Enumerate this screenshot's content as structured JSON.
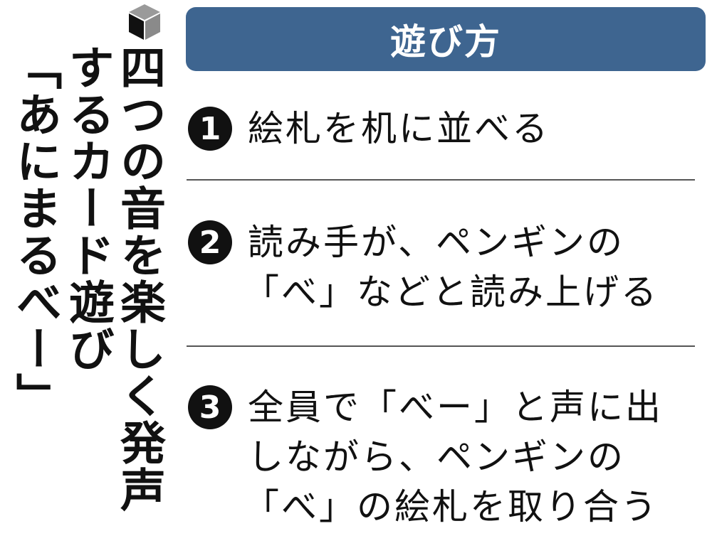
{
  "title_columns": [
    "四つの音を楽しく発声",
    "するカード遊び",
    "「あにまるべー」"
  ],
  "header": {
    "label": "遊び方",
    "color": "#3e6590"
  },
  "steps": [
    {
      "number": "1",
      "lines": [
        "絵札を机に並べる"
      ]
    },
    {
      "number": "2",
      "lines": [
        "読み手が、ペンギンの",
        "「べ」などと読み上げる"
      ]
    },
    {
      "number": "3",
      "lines": [
        "全員で「べー」と声に出",
        "しながら、ペンギンの",
        "「べ」の絵札を取り合う"
      ]
    }
  ]
}
